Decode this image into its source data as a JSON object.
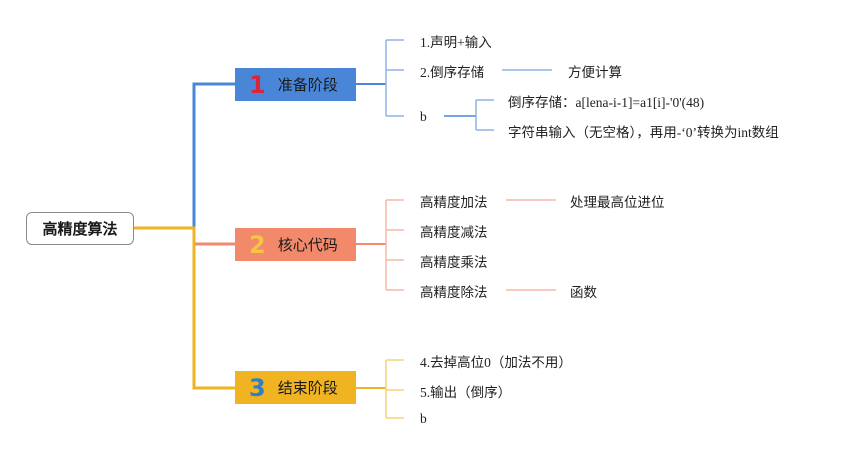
{
  "root": {
    "label": "高精度算法"
  },
  "branches": [
    {
      "number": "1",
      "label": "准备阶段",
      "color": "#4a86d8",
      "items": [
        {
          "label": "1.声明+输入"
        },
        {
          "label": "2.倒序存储",
          "child": "方便计算"
        },
        {
          "label": "b",
          "children": [
            "倒序存储：a[lena-i-1]=a1[i]-'0'(48)",
            "字符串输入（无空格），再用-‘0’转换为int数组"
          ]
        }
      ]
    },
    {
      "number": "2",
      "label": "核心代码",
      "color": "#f2896a",
      "items": [
        {
          "label": "高精度加法",
          "child": "处理最高位进位"
        },
        {
          "label": "高精度减法"
        },
        {
          "label": "高精度乘法"
        },
        {
          "label": "高精度除法",
          "child": "函数"
        }
      ]
    },
    {
      "number": "3",
      "label": "结束阶段",
      "color": "#f0b322",
      "items": [
        {
          "label": "4.去掉高位0（加法不用）"
        },
        {
          "label": "5.输出（倒序）"
        },
        {
          "label": "b"
        }
      ]
    }
  ]
}
